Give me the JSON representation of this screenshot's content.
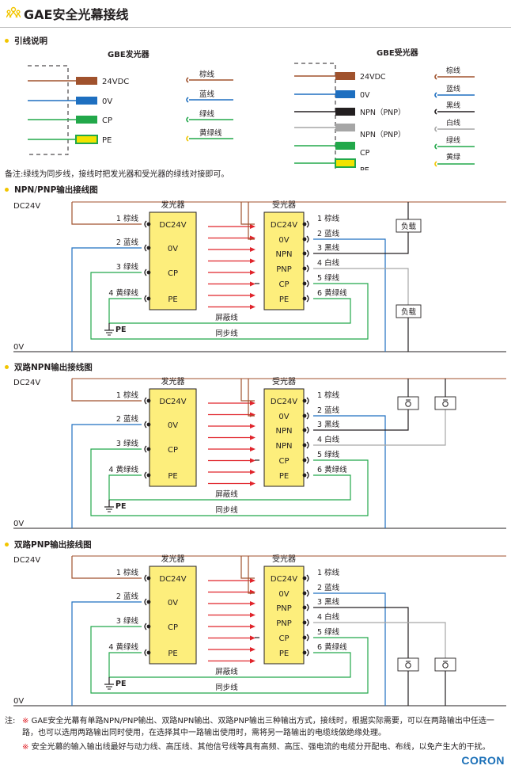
{
  "title": "GAE安全光幕接线",
  "colors": {
    "brown": "#a0522d",
    "blue": "#1e6fc0",
    "green": "#22a84a",
    "black": "#231f20",
    "gray": "#a6a6a6",
    "yellow_box": "#fdee7c",
    "red_arrow": "#e0242b",
    "yellow_dot": "#f2c500"
  },
  "wire_legend": {
    "heading": "引线说明",
    "emitter": {
      "title": "GBE发光器",
      "wires": [
        "24VDC",
        "0V",
        "CP",
        "PE"
      ],
      "colors": [
        "棕线",
        "蓝线",
        "绿线",
        "黄绿线"
      ]
    },
    "receiver": {
      "title": "GBE受光器",
      "wires": [
        "24VDC",
        "0V",
        "NPN（PNP）",
        "NPN（PNP）",
        "CP",
        "PE"
      ],
      "colors": [
        "棕线",
        "蓝线",
        "黑线",
        "白线",
        "绿线",
        "黄绿"
      ]
    },
    "remark": "备注:绿线为同步线，接线时把发光器和受光器的绿线对接即可。"
  },
  "diagrams": [
    {
      "heading": "NPN/PNP输出接线图",
      "dc": "DC24V",
      "zero": "0V",
      "emitter_title": "发光器",
      "receiver_title": "受光器",
      "emitter_pins": [
        "DC24V",
        "0V",
        "CP",
        "PE"
      ],
      "emitter_wires": [
        "1 棕线",
        "2 蓝线",
        "3 绿线",
        "4 黄绿线"
      ],
      "receiver_pins": [
        "DC24V",
        "0V",
        "NPN",
        "PNP",
        "CP",
        "PE"
      ],
      "receiver_wires": [
        "1 棕线",
        "2 蓝线",
        "3 黑线",
        "4 白线",
        "5 绿线",
        "6 黄绿线"
      ],
      "shield": "屏蔽线",
      "sync": "同步线",
      "pe": "PE",
      "loads": [
        "负载",
        "负载"
      ]
    },
    {
      "heading": "双路NPN输出接线图",
      "dc": "DC24V",
      "zero": "0V",
      "emitter_title": "发光器",
      "receiver_title": "受光器",
      "emitter_pins": [
        "DC24V",
        "0V",
        "CP",
        "PE"
      ],
      "emitter_wires": [
        "1 棕线",
        "2 蓝线",
        "3 绿线",
        "4 黄绿线"
      ],
      "receiver_pins": [
        "DC24V",
        "0V",
        "NPN",
        "NPN",
        "CP",
        "PE"
      ],
      "receiver_wires": [
        "1 棕线",
        "2 蓝线",
        "3 黑线",
        "4 白线",
        "5 绿线",
        "6 黄绿线"
      ],
      "shield": "屏蔽线",
      "sync": "同步线",
      "pe": "PE",
      "loads": []
    },
    {
      "heading": "双路PNP输出接线图",
      "dc": "DC24V",
      "zero": "0V",
      "emitter_title": "发光器",
      "receiver_title": "受光器",
      "emitter_pins": [
        "DC24V",
        "0V",
        "CP",
        "PE"
      ],
      "emitter_wires": [
        "1 棕线",
        "2 蓝线",
        "3 绿线",
        "4 黄绿线"
      ],
      "receiver_pins": [
        "DC24V",
        "0V",
        "PNP",
        "PNP",
        "CP",
        "PE"
      ],
      "receiver_wires": [
        "1 棕线",
        "2 蓝线",
        "3 黑线",
        "4 白线",
        "5 绿线",
        "6 黄绿线"
      ],
      "shield": "屏蔽线",
      "sync": "同步线",
      "pe": "PE",
      "loads": []
    }
  ],
  "notes": {
    "label": "注:",
    "mark": "※",
    "items": [
      "GAE安全光幕有单路NPN/PNP输出、双路NPN输出、双路PNP输出三种输出方式，接线时，根据实际需要，可以在两路输出中任选一路，也可以选用两路输出同时使用，在选择其中一路输出使用时，需将另一路输出的电缆线做绝缘处理。",
      "安全光幕的输入输出线最好与动力线、高压线、其他信号线等具有高频、高压、强电流的电缆分开配电、布线，以免产生大的干扰。"
    ]
  },
  "brand": "CORON"
}
